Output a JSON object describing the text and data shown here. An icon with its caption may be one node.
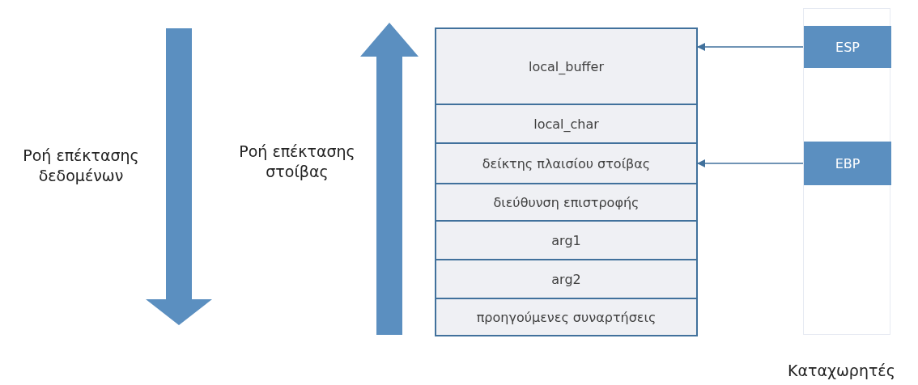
{
  "diagram": {
    "nodes": [
      {
        "text": [
          "local_buffer"
        ]
      },
      {
        "text": [
          "local_char"
        ]
      },
      {
        "text": [
          "δείκτης πλαισίου στοίβας"
        ]
      },
      {
        "text": [
          "διεύθυνση επιστροφής"
        ]
      },
      {
        "text": [
          "arg1"
        ]
      },
      {
        "text": [
          "arg2"
        ]
      },
      {
        "text": [
          "προηγούμενες συναρτήσεις"
        ]
      },
      {
        "text": [
          "Καταχωρητές"
        ]
      },
      {
        "text": [
          "ESP"
        ],
        "in": 7
      },
      {
        "text": [
          "EBP"
        ],
        "in": 7
      }
    ],
    "edges": [
      {
        "from": 8,
        "to": 0,
        "arrow": "to"
      },
      {
        "from": 9,
        "to": 2,
        "arrow": "to"
      }
    ],
    "labels": [
      "Ροή επέκτασης δεδομένων",
      "Ροή επέκτασης στοίβας"
    ]
  }
}
